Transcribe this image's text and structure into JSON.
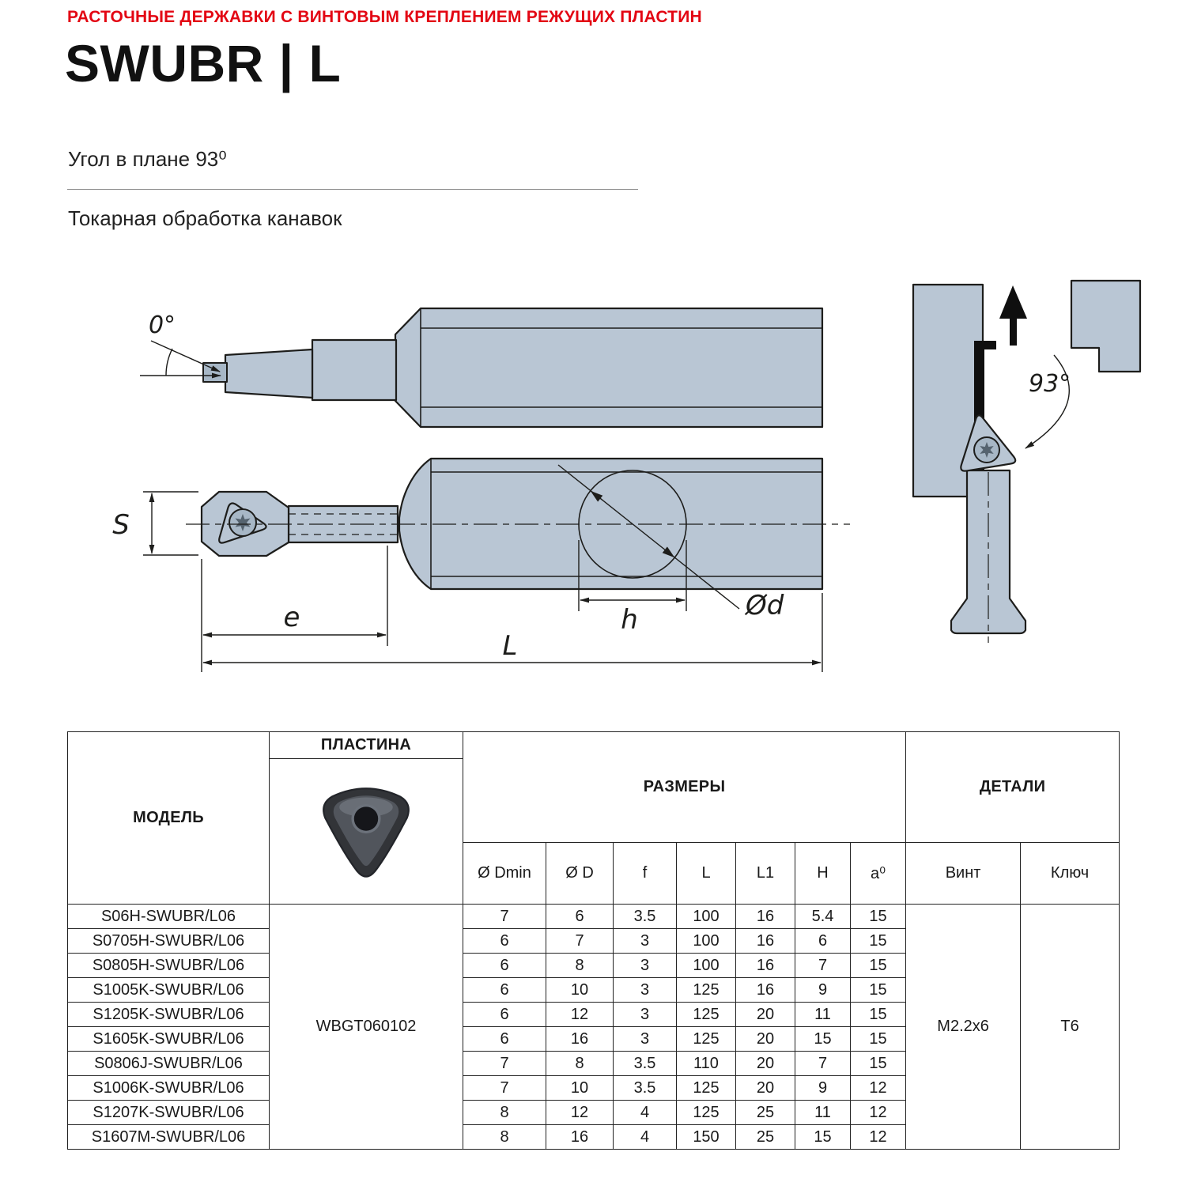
{
  "page": {
    "kicker": "РАСТОЧНЫЕ ДЕРЖАВКИ С ВИНТОВЫМ КРЕПЛЕНИЕМ РЕЖУЩИХ ПЛАСТИН",
    "title": "SWUBR | L",
    "plan_angle": "Угол в плане 93⁰",
    "application": "Токарная обработка канавок"
  },
  "colors": {
    "accent_red": "#e30613",
    "drawing_fill": "#b9c6d4",
    "drawing_stroke": "#1d1d1b"
  },
  "drawing": {
    "angle_zero": "0°",
    "angle_93": "93°",
    "dim_S": "S",
    "dim_e": "e",
    "dim_L": "L",
    "dim_h": "h",
    "dim_d": "Ød"
  },
  "table": {
    "col_model": "МОДЕЛЬ",
    "col_insert": "ПЛАСТИНА",
    "col_sizes": "РАЗМЕРЫ",
    "col_details": "ДЕТАЛИ",
    "size_cols": [
      "Ø Dmin",
      "Ø D",
      "f",
      "L",
      "L1",
      "H",
      "a⁰"
    ],
    "detail_cols": [
      "Винт",
      "Ключ"
    ],
    "insert_model": "WBGT060102",
    "screw": "M2.2x6",
    "key": "T6",
    "rows": [
      {
        "model": "S06H-SWUBR/L06",
        "values": [
          "7",
          "6",
          "3.5",
          "100",
          "16",
          "5.4",
          "15"
        ]
      },
      {
        "model": "S0705H-SWUBR/L06",
        "values": [
          "6",
          "7",
          "3",
          "100",
          "16",
          "6",
          "15"
        ]
      },
      {
        "model": "S0805H-SWUBR/L06",
        "values": [
          "6",
          "8",
          "3",
          "100",
          "16",
          "7",
          "15"
        ]
      },
      {
        "model": "S1005K-SWUBR/L06",
        "values": [
          "6",
          "10",
          "3",
          "125",
          "16",
          "9",
          "15"
        ]
      },
      {
        "model": "S1205K-SWUBR/L06",
        "values": [
          "6",
          "12",
          "3",
          "125",
          "20",
          "11",
          "15"
        ]
      },
      {
        "model": "S1605K-SWUBR/L06",
        "values": [
          "6",
          "16",
          "3",
          "125",
          "20",
          "15",
          "15"
        ]
      },
      {
        "model": "S0806J-SWUBR/L06",
        "values": [
          "7",
          "8",
          "3.5",
          "110",
          "20",
          "7",
          "15"
        ]
      },
      {
        "model": "S1006K-SWUBR/L06",
        "values": [
          "7",
          "10",
          "3.5",
          "125",
          "20",
          "9",
          "12"
        ]
      },
      {
        "model": "S1207K-SWUBR/L06",
        "values": [
          "8",
          "12",
          "4",
          "125",
          "25",
          "11",
          "12"
        ]
      },
      {
        "model": "S1607M-SWUBR/L06",
        "values": [
          "8",
          "16",
          "4",
          "150",
          "25",
          "15",
          "12"
        ]
      }
    ]
  }
}
